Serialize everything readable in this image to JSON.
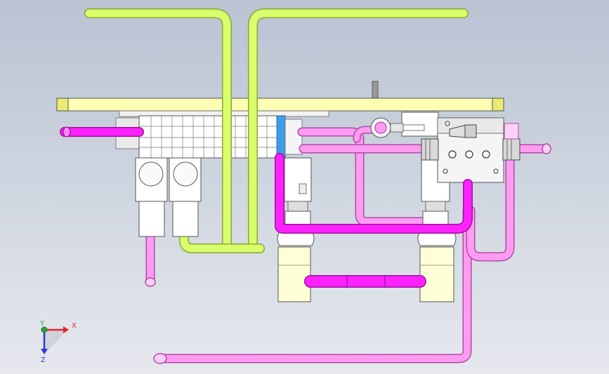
{
  "view": {
    "background_top": "#b9c3d2",
    "background_bottom": "#e6e8ee"
  },
  "colors": {
    "magenta_tube": "#ff22ff",
    "pink_tube": "#ff9cf2",
    "green_tube": "#d9ff6a",
    "plate": "#ffffb4",
    "body": "#ffffff",
    "valve_blue": "#3d9ee6"
  },
  "axes": {
    "x_label": "X",
    "y_label": "Y",
    "z_label": "Z",
    "x_color": "#e8242a",
    "y_color": "#25a83a",
    "z_color": "#2a3cd6"
  }
}
